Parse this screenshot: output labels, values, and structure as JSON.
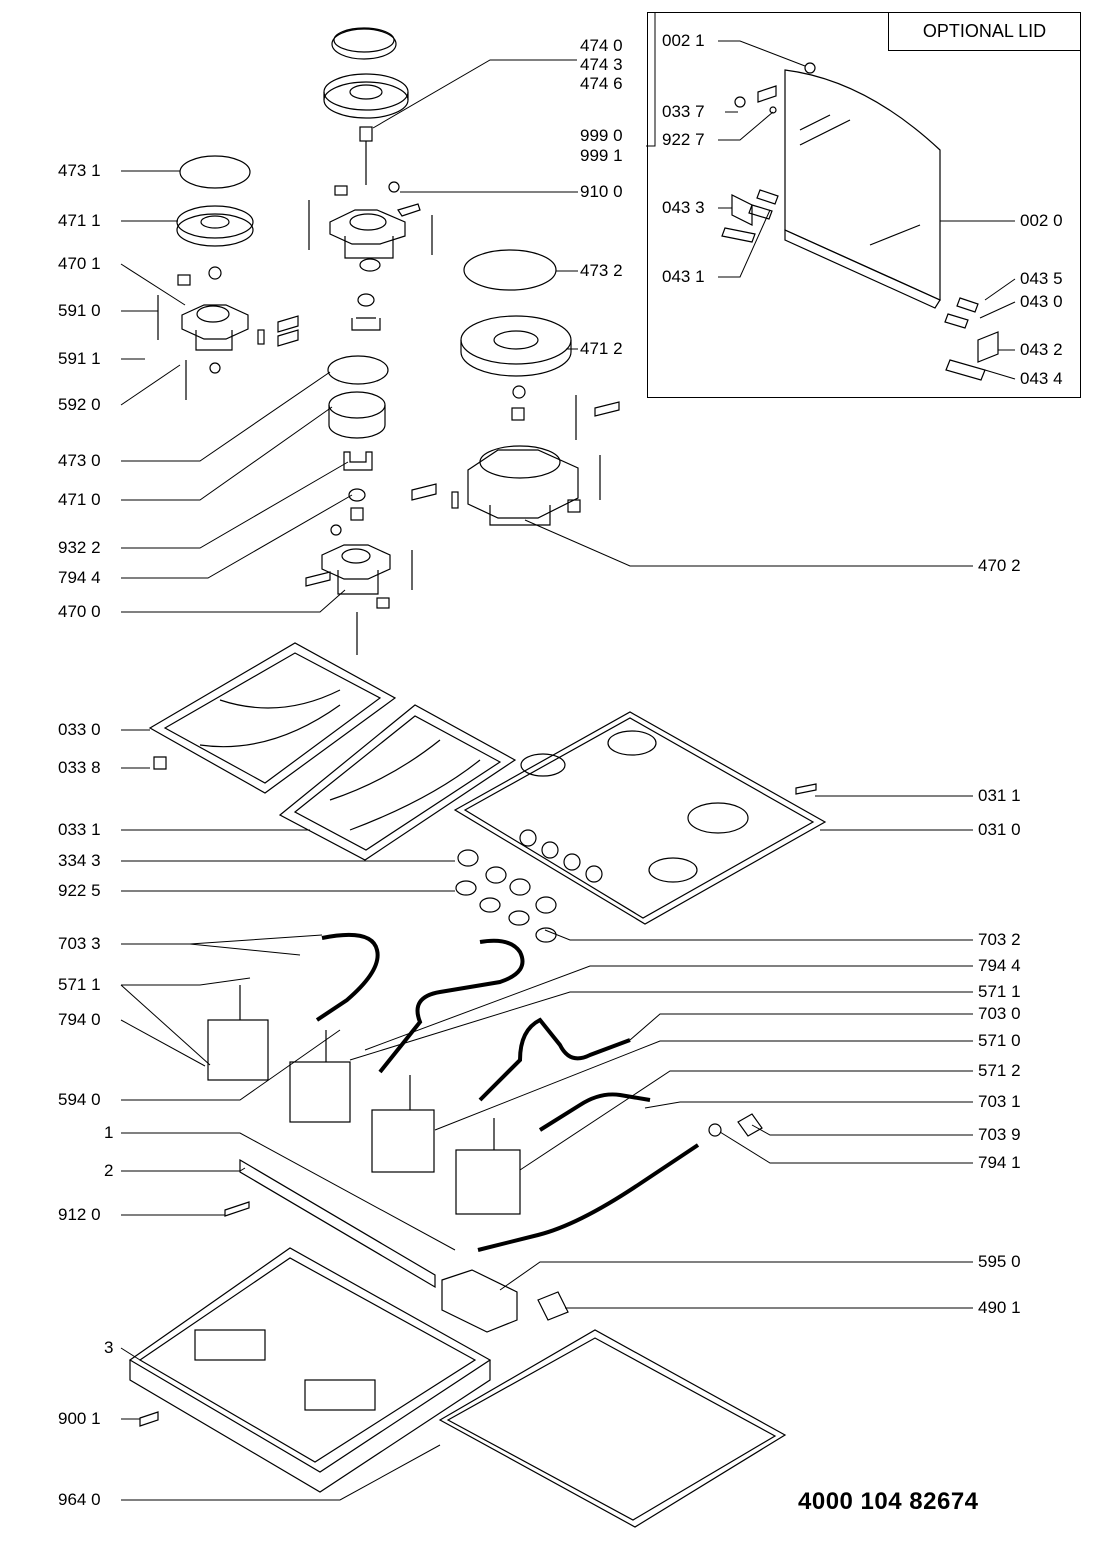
{
  "optional_lid": {
    "title": "OPTIONAL LID"
  },
  "document_number": "4000 104 82674",
  "labels": {
    "l_4740": "474 0",
    "l_4743": "474 3",
    "l_4746": "474 6",
    "l_4731": "473 1",
    "l_4711": "471 1",
    "l_4701": "470 1",
    "l_5910": "591 0",
    "l_5911": "591 1",
    "l_5920": "592 0",
    "l_4730": "473 0",
    "l_4710": "471 0",
    "l_9322": "932 2",
    "l_7944a": "794 4",
    "l_4700": "470 0",
    "l_9100": "910 0",
    "l_4732": "473 2",
    "l_4712": "471 2",
    "l_4702": "470 2",
    "l_0021": "002 1",
    "l_0337": "033 7",
    "l_9990": "999 0",
    "l_9991": "999 1",
    "l_9227": "922 7",
    "l_0433": "043 3",
    "l_0431": "043 1",
    "l_0020": "002 0",
    "l_0435": "043 5",
    "l_0430": "043 0",
    "l_0432": "043 2",
    "l_0434": "043 4",
    "l_0330": "033 0",
    "l_0338": "033 8",
    "l_0331": "033 1",
    "l_3343": "334 3",
    "l_9225": "922 5",
    "l_0311": "031 1",
    "l_0310": "031 0",
    "l_7033": "703 3",
    "l_5711a": "571 1",
    "l_7940": "794 0",
    "l_5940": "594 0",
    "l_1": "1",
    "l_2": "2",
    "l_9120": "912 0",
    "l_3": "3",
    "l_9001": "900 1",
    "l_9640": "964 0",
    "l_7032": "703 2",
    "l_7944b": "794 4",
    "l_5711b": "571 1",
    "l_7030": "703 0",
    "l_5710": "571 0",
    "l_5712": "571 2",
    "l_7031": "703 1",
    "l_7039": "703 9",
    "l_7941": "794 1",
    "l_5950": "595 0",
    "l_4901": "490 1"
  }
}
